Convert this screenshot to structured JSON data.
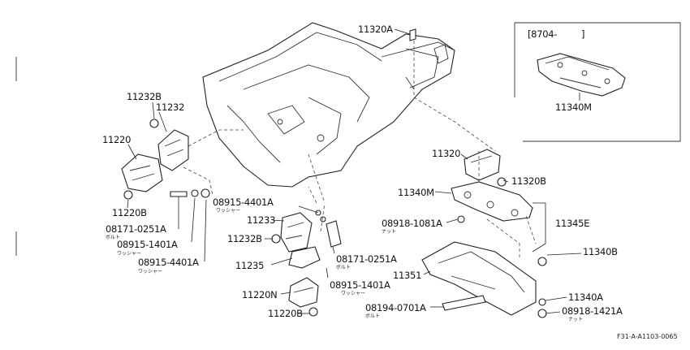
{
  "inset": {
    "date_label": "[8704-",
    "date_close": "]",
    "part": "11340M"
  },
  "labels": {
    "p11320A": "11320A",
    "p11232B_top": "11232B",
    "p11232": "11232",
    "p11220": "11220",
    "p11220B": "11220B",
    "p08171_left": "08171-0251A",
    "p08915_1401_left": "08915-1401A",
    "p08915_4401_left": "08915-4401A",
    "p08915_4401_mid": "08915-4401A",
    "p11233": "11233",
    "p11232B_mid": "11232B",
    "p11235": "11235",
    "p11220N": "11220N",
    "p11220B_bottom": "11220B",
    "p08171_mid": "08171-0251A",
    "p08915_1401_mid": "08915-1401A",
    "p11320": "11320",
    "p11320B": "11320B",
    "p11340M": "11340M",
    "p08918_1081": "08918-1081A",
    "p11345E": "11345E",
    "p11340B": "11340B",
    "p11351": "11351",
    "p08194": "08194-0701A",
    "p11340A": "11340A",
    "p08918_1421": "08918-1421A"
  },
  "subs": {
    "bolt": "ボルト",
    "washer": "ワッシャー",
    "nut": "ナット"
  },
  "footer": {
    "code": "F31-A-A1103-0065"
  }
}
